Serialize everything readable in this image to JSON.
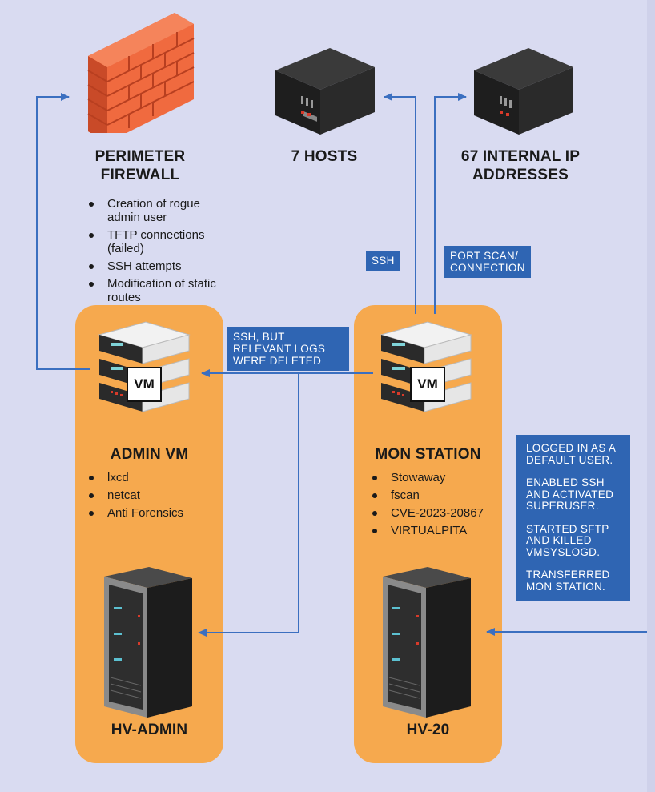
{
  "nodes": {
    "firewall": {
      "title": "PERIMETER\nFIREWALL",
      "bullets": [
        "Creation of rogue admin user",
        "TFTP connections (failed)",
        "SSH attempts",
        "Modification of static routes"
      ]
    },
    "hosts": {
      "title": "7 HOSTS"
    },
    "internal_ips": {
      "title": "67 INTERNAL IP\nADDRESSES"
    },
    "admin_vm": {
      "title": "ADMIN VM",
      "badge": "VM",
      "bullets": [
        "lxcd",
        "netcat",
        "Anti Forensics"
      ]
    },
    "mon_station": {
      "title": "MON STATION",
      "badge": "VM",
      "bullets": [
        "Stowaway",
        "fscan",
        "CVE-2023-20867",
        "VIRTUALPITA"
      ]
    },
    "hv_admin": {
      "title": "HV-ADMIN"
    },
    "hv_20": {
      "title": "HV-20"
    }
  },
  "edge_labels": {
    "ssh": "SSH",
    "port_scan": "PORT SCAN/\nCONNECTION",
    "ssh_deleted": "SSH, BUT\nRELEVANT LOGS\nWERE DELETED"
  },
  "note": [
    "LOGGED IN AS A DEFAULT USER.",
    "ENABLED SSH AND ACTIVATED SUPERUSER.",
    "STARTED SFTP AND KILLED VMSYSLOGD.",
    "TRANSFERRED MON STATION."
  ],
  "colors": {
    "background": "#d9dbf1",
    "panel": "#f6a94e",
    "connector": "#3b6fc0",
    "label_fill": "#2f65b3",
    "brick": "#f06a3f"
  }
}
